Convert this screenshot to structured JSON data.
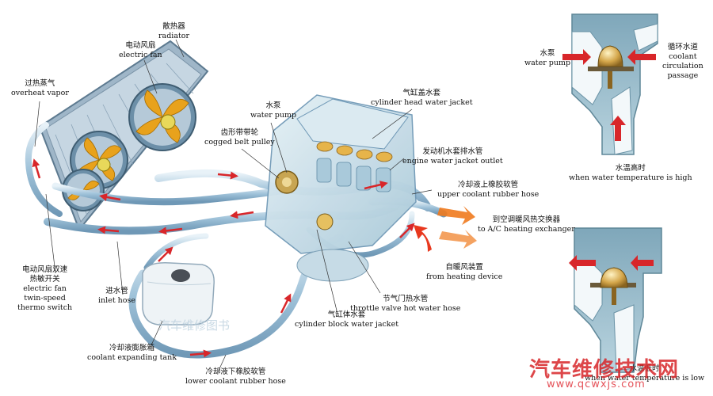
{
  "labels": {
    "radiator": {
      "cn": "散热器",
      "en": "radiator"
    },
    "electric_fan": {
      "cn": "电动风扇",
      "en": "electric fan"
    },
    "overheat_vapor": {
      "cn": "过热蒸气",
      "en": "overheat vapor"
    },
    "water_pump": {
      "cn": "水泵",
      "en": "water pump"
    },
    "cylinder_head_water_jacket": {
      "cn": "气缸盖水套",
      "en": "cylinder head water jacket"
    },
    "cogged_belt_pulley": {
      "cn": "齿形带带轮",
      "en": "cogged belt pulley"
    },
    "engine_water_jacket_outlet": {
      "cn": "发动机水套排水管",
      "en": "engine water jacket outlet"
    },
    "upper_coolant_rubber_hose": {
      "cn": "冷却液上橡胶软管",
      "en": "upper coolant rubber hose"
    },
    "to_ac_heating_exchanger": {
      "cn": "到空调暖风热交换器",
      "en": "to A/C heating exchanger"
    },
    "from_heating_device": {
      "cn": "自暖风装置",
      "en": "from heating device"
    },
    "throttle_valve_hot_water_hose": {
      "cn": "节气门热水管",
      "en": "throttle valve hot water hose"
    },
    "cylinder_block_water_jacket": {
      "cn": "气缸体水套",
      "en": "cylinder block water jacket"
    },
    "inlet_hose": {
      "cn": "进水管",
      "en": "inlet hose"
    },
    "fan_switch": {
      "cn1": "电动风扇双速",
      "cn2": "热敏开关",
      "en1": "electric fan",
      "en2": "twin-speed",
      "en3": "thermo switch"
    },
    "coolant_expanding_tank": {
      "cn": "冷却液膨胀箱",
      "en": "coolant expanding tank"
    },
    "lower_coolant_rubber_hose": {
      "cn": "冷却液下橡胶软管",
      "en": "lower coolant rubber hose"
    },
    "thermo_water_pump": {
      "cn": "水泵",
      "en": "water pump"
    },
    "coolant_circulation_passage": {
      "cn": "循环水道",
      "en1": "coolant",
      "en2": "circulation",
      "en3": "passage"
    },
    "high_temp": {
      "cn": "水温高时",
      "en": "when water temperature is high"
    },
    "low_temp": {
      "cn": "水温低时",
      "en": "when water temperature is low"
    }
  },
  "watermarks": {
    "center": "汽车维修图书",
    "brand_cn": "汽车维修技术网",
    "brand_url": "www.qcwxjs.com"
  },
  "colors": {
    "pipe": "#8fb8d6",
    "flow_arrow": "#d8262a",
    "engine": "#cfe3ec",
    "fan_blade": "#e8a21c",
    "thermostat": "#d4a64a",
    "thermo_bg": "#a9c6d3",
    "brand_red": "#d8262a"
  }
}
